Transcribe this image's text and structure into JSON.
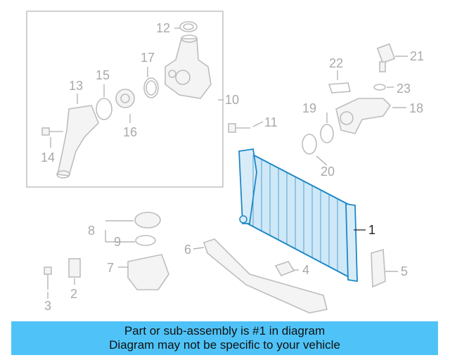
{
  "callouts": {
    "c1": "1",
    "c2": "2",
    "c3": "3",
    "c4": "4",
    "c5": "5",
    "c6": "6",
    "c7": "7",
    "c8": "8",
    "c9": "9",
    "c10": "10",
    "c11": "11",
    "c12": "12",
    "c13": "13",
    "c14": "14",
    "c15": "15",
    "c16": "16",
    "c17": "17",
    "c18": "18",
    "c19": "19",
    "c20": "20",
    "c21": "21",
    "c22": "22",
    "c23": "23"
  },
  "banner": {
    "line1": "Part or sub-assembly is #1 in diagram",
    "line2": "Diagram may not be specific to your vehicle"
  },
  "colors": {
    "highlight_part": "#1e88c7",
    "banner_bg": "#4fc3f7",
    "gray_part": "#bdbdbd"
  }
}
